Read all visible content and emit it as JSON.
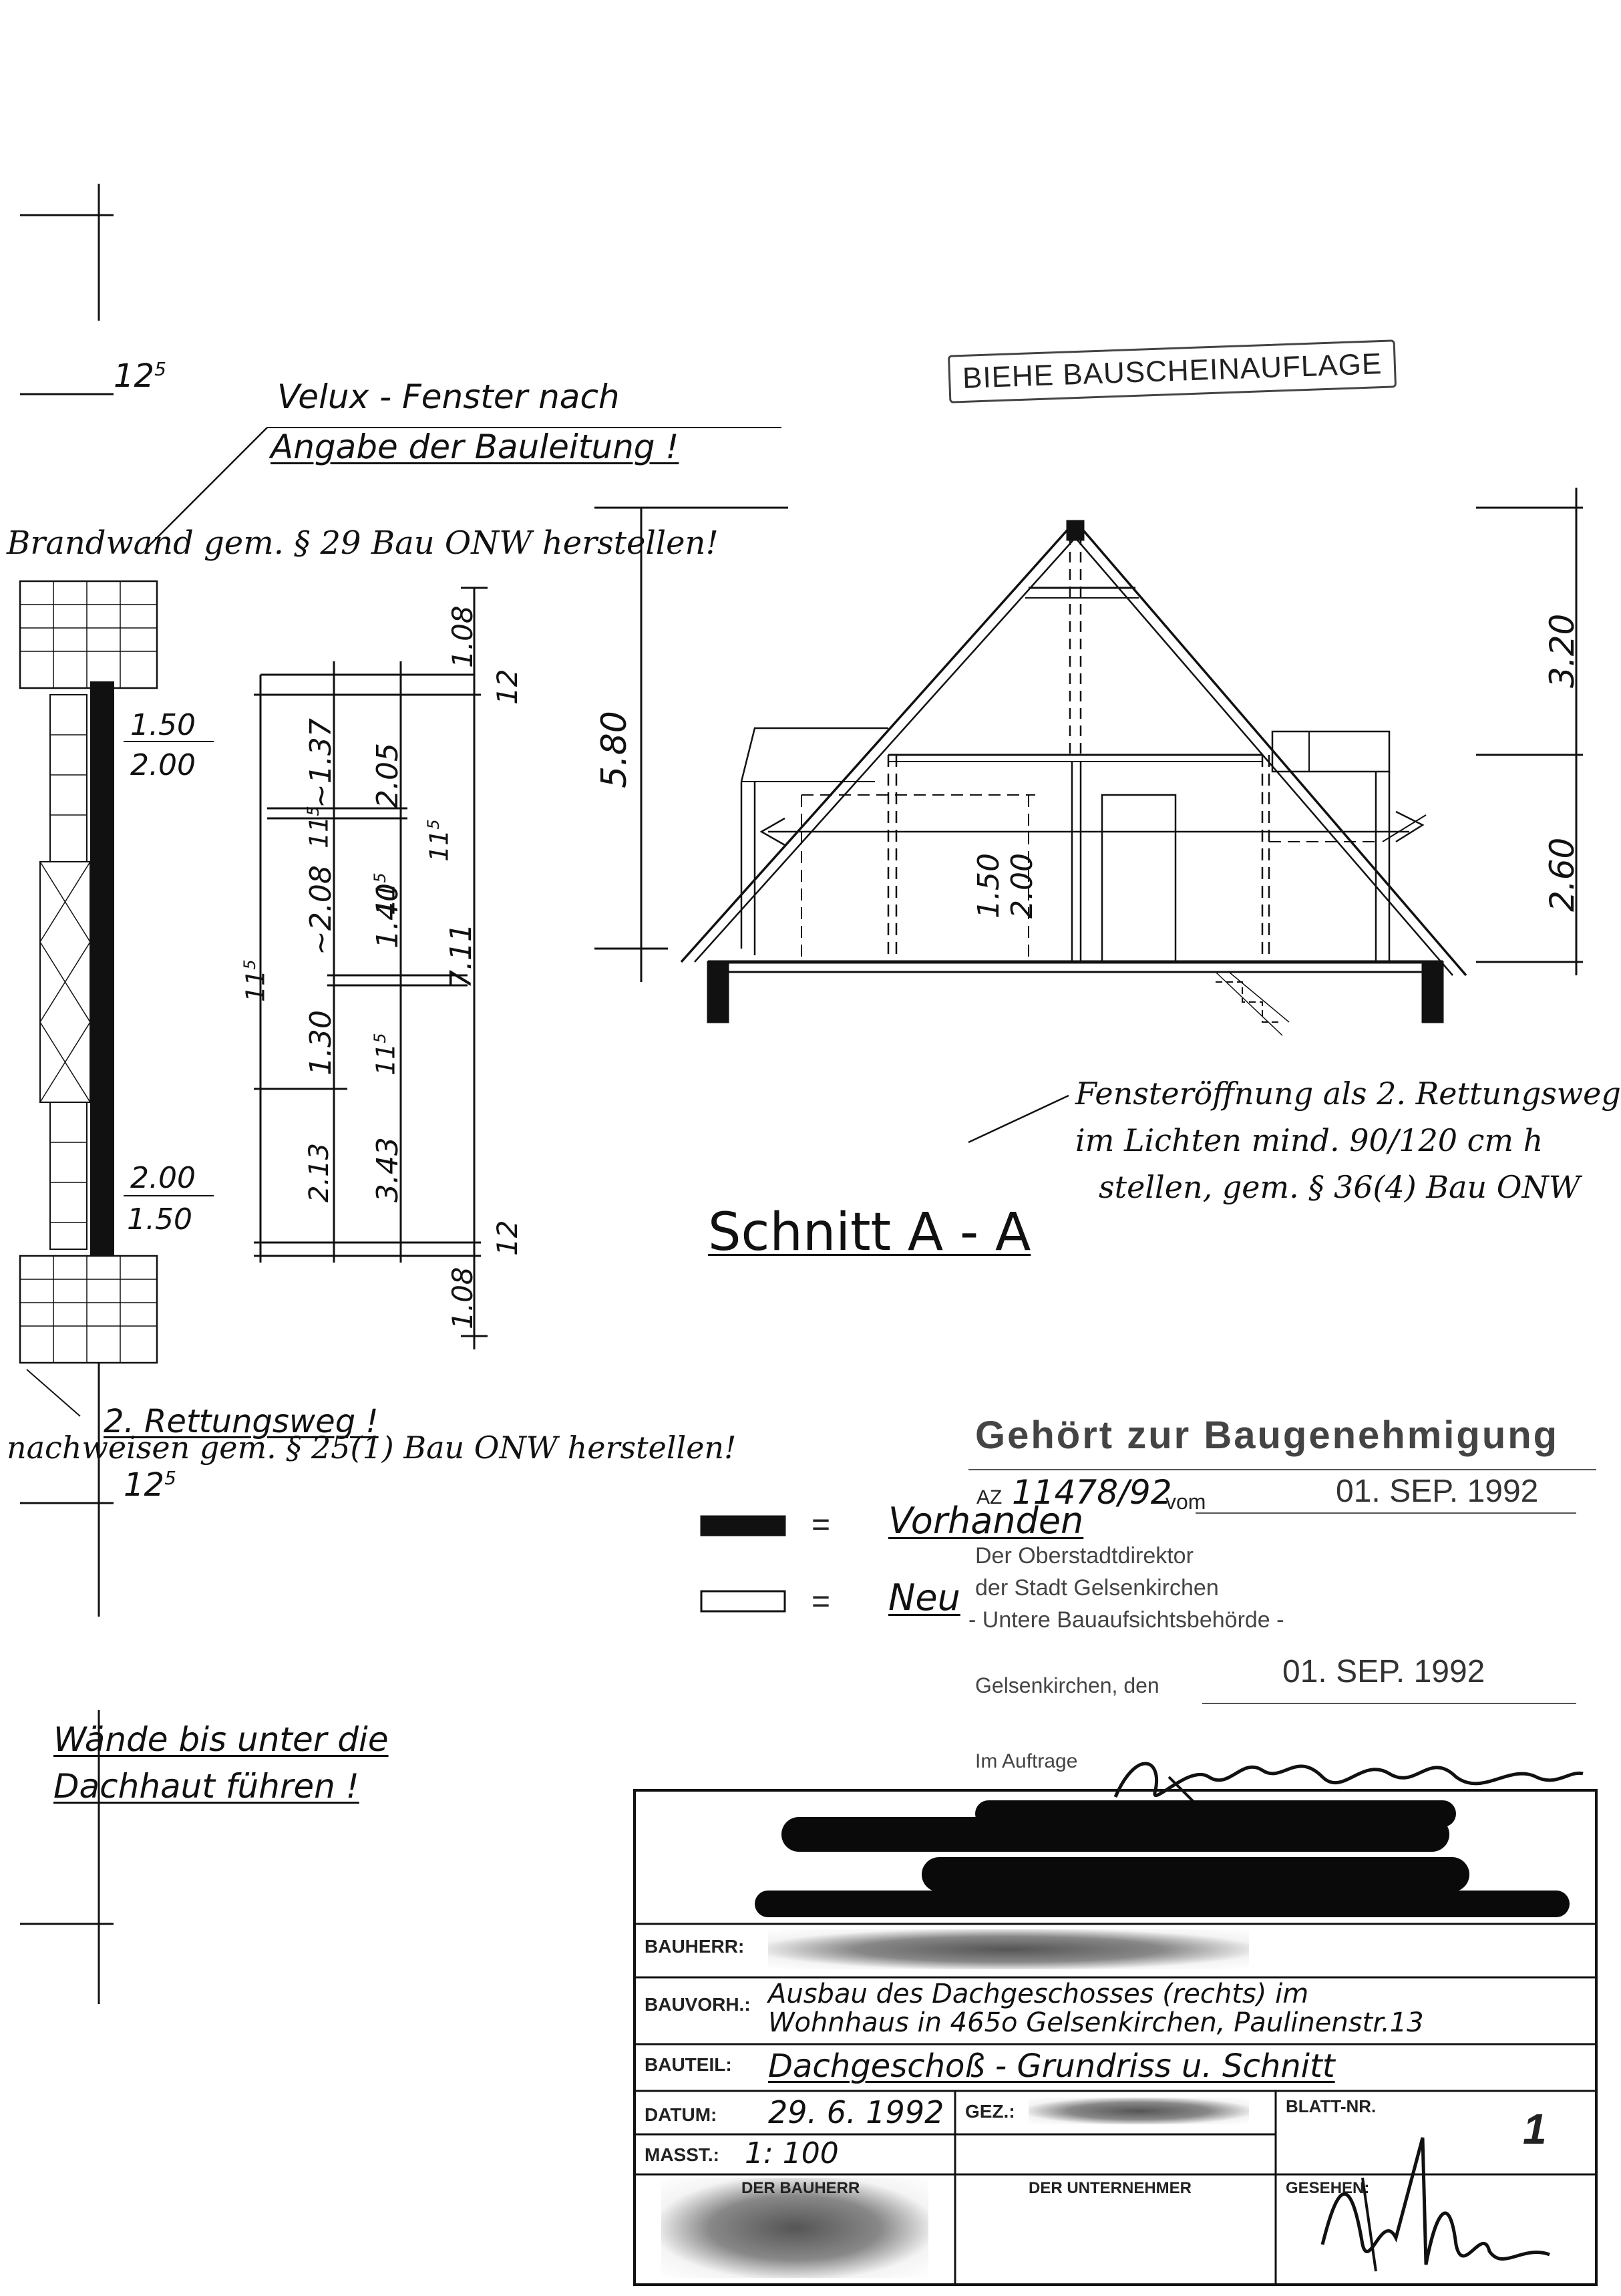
{
  "drawing": {
    "title": "Schnitt  A - A",
    "stamp_top": "BIEHE BAUSCHEINAUFLAGE",
    "notes": {
      "velux_line1": "Velux - Fenster nach",
      "velux_line2": "Angabe der Bauleitung !",
      "brandwand": "Brandwand gem. § 29 Bau ONW herstellen!",
      "rettungsweg": "2. Rettungsweg !",
      "rettungsweg_note": "nachweisen gem. § 25(1) Bau ONW herstellen!",
      "waende_line1": "Wände bis unter die",
      "waende_line2": "Dachhaut führen !",
      "fenster_line1": "Fensteröffnung als 2. Rettungsweg",
      "fenster_line2": "im Lichten mind. 90/120 cm h",
      "fenster_line3": "stellen, gem. § 36(4) Bau ONW"
    },
    "dimensions": {
      "d_12_5_top": "12",
      "d_12_5_top_sup": "5",
      "d_12_5_bottom": "12",
      "d_12_5_bottom_sup": "5",
      "win_top_a": "1.50",
      "win_top_b": "2.00",
      "win_bottom_a": "2.00",
      "win_bottom_b": "1.50",
      "d_108_top": "1.08",
      "d_108_bottom": "1.08",
      "d_12_top": "12",
      "d_12_bottom": "12",
      "d_711": "7.11",
      "d_205": "2.05",
      "d_140": "1.40",
      "d_343": "3.43",
      "d_137": "~1.37",
      "d_208": "~2.08",
      "d_130": "1.30",
      "d_213": "2.13",
      "d_11_5_a": "11",
      "d_11_5_b": "11",
      "d_11_5_c": "11",
      "d_11_5_d": "11",
      "d_11_5_e": "11",
      "sup5": "5",
      "h_580": "5.80",
      "h_320": "3.20",
      "h_260": "2.60",
      "h_150": "1.50",
      "h_200": "2.00"
    },
    "legend": {
      "existing_eq": "=",
      "existing_label": "Vorhanden",
      "new_eq": "=",
      "new_label": "Neu"
    }
  },
  "approval": {
    "heading": "Gehört zur Baugenehmigung",
    "az_label": "AZ",
    "az_value": "11478/92",
    "vom_label": "vom",
    "vom_date": "01. SEP. 1992",
    "office1": "Der Oberstadtdirektor",
    "office2": "der Stadt Gelsenkirchen",
    "office3": "- Untere Bauaufsichtsbehörde -",
    "city_label": "Gelsenkirchen, den",
    "city_date": "01. SEP. 1992",
    "auftrag_label": "Im Auftrage"
  },
  "title_block": {
    "bauherr_label": "BAUHERR:",
    "bauvorh_label": "BAUVORH.:",
    "bauvorh_line1": "Ausbau des Dachgeschosses (rechts) im",
    "bauvorh_line2": "Wohnhaus in 465o Gelsenkirchen, Paulinenstr.13",
    "bauteil_label": "BAUTEIL:",
    "bauteil_value": "Dachgeschoß - Grundriss u. Schnitt",
    "datum_label": "DATUM:",
    "datum_value": "29. 6. 1992",
    "gez_label": "GEZ.:",
    "blatt_label": "BLATT-NR.",
    "blatt_value": "1",
    "masst_label": "MASST.:",
    "masst_value": "1: 100",
    "sig_bauherr": "DER BAUHERR",
    "sig_unternehmer": "DER UNTERNEHMER",
    "sig_gesehen": "GESEHEN:"
  }
}
